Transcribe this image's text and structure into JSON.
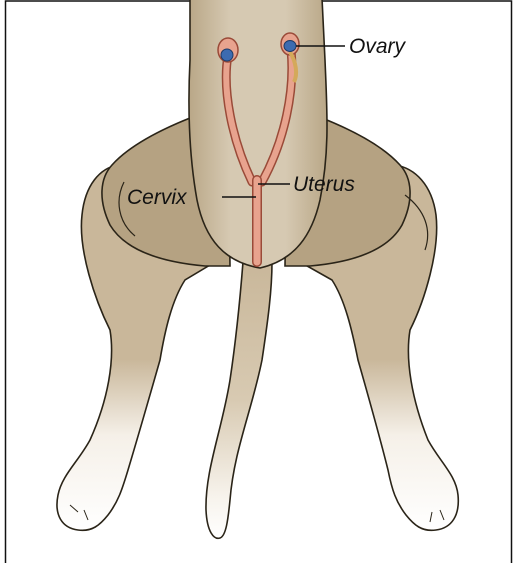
{
  "labels": {
    "ovary": "Ovary",
    "uterus": "Uterus",
    "cervix": "Cervix"
  },
  "colors": {
    "fur": "#c9b79a",
    "fur_shadow": "#a8967a",
    "fur_light": "#ddd2bf",
    "paw": "#ffffff",
    "outline": "#2a2418",
    "uterus": "#e8a38e",
    "uterus_outline": "#9a4a38",
    "ovary": "#3d6bb0",
    "border": "#111111"
  }
}
